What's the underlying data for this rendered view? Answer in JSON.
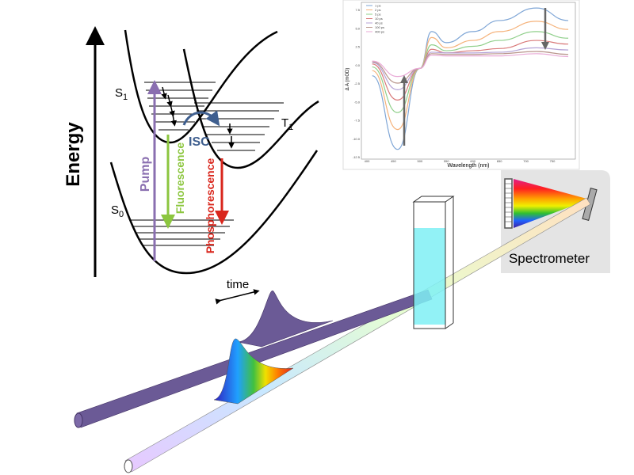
{
  "jablonski": {
    "energy_label": "Energy",
    "s1_label": "S",
    "s1_sub": "1",
    "t1_label": "T",
    "t1_sub": "1",
    "s0_label": "S",
    "s0_sub": "0",
    "pump_label": "Pump",
    "fluorescence_label": "Fluorescence",
    "phosphorescence_label": "Phosphorescence",
    "isc_label": "ISC",
    "colors": {
      "pump": "#8a6fb0",
      "fluorescence": "#8cc63f",
      "phosphorescence": "#d9261c",
      "isc": "#3f5f8f"
    }
  },
  "setup": {
    "time_label": "time",
    "spectrometer_label": "Spectrometer",
    "colors": {
      "pump_beam": "#6b5a96",
      "cuvette_liquid": "#7ff0f5",
      "spectrometer_box": "#e4e4e4"
    }
  },
  "chart_data": {
    "type": "line",
    "xlabel": "Wavelength (nm)",
    "ylabel": "Δ A (mOD)",
    "xlim": [
      380,
      790
    ],
    "ylim": [
      -12.5,
      8
    ],
    "xticks": [
      "400",
      "450",
      "500",
      "550",
      "600",
      "650",
      "700",
      "750"
    ],
    "yticks": [
      "7.5",
      "5.0",
      "2.5",
      "0.0",
      "-2.5",
      "-5.0",
      "-7.5",
      "-10.0",
      "-12.5"
    ],
    "legend_position": "top-left",
    "x": [
      410,
      458,
      500,
      522,
      550,
      600,
      650,
      720,
      780
    ],
    "series": [
      {
        "name": "1 ps",
        "color": "#7fa6d6",
        "values": [
          -1.5,
          -11.5,
          -0.5,
          4.5,
          3.0,
          4.5,
          6.0,
          7.7,
          6.0
        ]
      },
      {
        "name": "2 ps",
        "color": "#f5b27a",
        "values": [
          -0.8,
          -8.8,
          -0.5,
          3.7,
          2.3,
          3.3,
          4.5,
          5.9,
          4.8
        ]
      },
      {
        "name": "5 ps",
        "color": "#8fcf8a",
        "values": [
          -0.3,
          -6.5,
          -0.5,
          2.7,
          1.9,
          2.5,
          3.3,
          4.5,
          3.6
        ]
      },
      {
        "name": "10 ps",
        "color": "#d97a7a",
        "values": [
          0.1,
          -4.8,
          -0.5,
          2.1,
          1.6,
          1.9,
          2.2,
          3.3,
          2.8
        ]
      },
      {
        "name": "40 ps",
        "color": "#b4a2d6",
        "values": [
          0.3,
          -3.4,
          -0.5,
          1.7,
          1.6,
          1.6,
          1.7,
          2.3,
          2.0
        ]
      },
      {
        "name": "100 ps",
        "color": "#b9968c",
        "values": [
          0.4,
          -2.5,
          -0.5,
          1.5,
          1.4,
          1.4,
          1.5,
          1.8,
          1.4
        ]
      },
      {
        "name": "400 ps",
        "color": "#e9a9d6",
        "values": [
          0.5,
          -1.6,
          -0.5,
          1.3,
          1.2,
          1.2,
          1.2,
          1.5,
          1.1
        ]
      }
    ]
  }
}
